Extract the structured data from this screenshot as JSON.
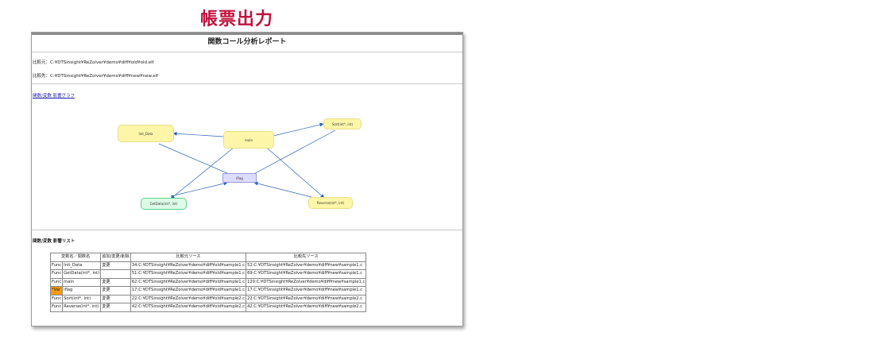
{
  "heading": "帳票出力",
  "report": {
    "title": "関数コール分析レポート",
    "source_label": "比較元：",
    "source_path": "C:¥DTSinsight¥ReZolver¥demo¥diff¥old¥old.elf",
    "target_label": "比較先：",
    "target_path": "C:¥DTSinsight¥ReZolver¥demo¥diff¥new¥new.elf",
    "graph_link": "関数/変数 影響グラフ",
    "graph_nodes": {
      "init_data": "Init_Data",
      "main": "main",
      "sort": "Sort(int*, int)",
      "flag": "iflag",
      "getdata": "GetData(int*, int)",
      "reverse": "Reverse(int*, int)"
    },
    "list_title": "関数/変数 影響リスト",
    "table": {
      "headers": [
        "変数名／関数名",
        "追加/変更/削除",
        "比較元ソース",
        "比較先ソース"
      ],
      "rows": [
        {
          "kind": "Func",
          "name": "Init_Data",
          "change": "変更",
          "src": "34:C:¥DTSinsight¥ReZolver¥demo¥diff¥old¥sample1.c",
          "dst": "52:C:¥DTSinsight¥ReZolver¥demo¥diff¥new¥sample1.c"
        },
        {
          "kind": "Func",
          "name": "GetData(int*, int)",
          "change": "",
          "src": "51:C:¥DTSinsight¥ReZolver¥demo¥diff¥old¥sample1.c",
          "dst": "69:C:¥DTSinsight¥ReZolver¥demo¥diff¥new¥sample1.c"
        },
        {
          "kind": "Func",
          "name": "main",
          "change": "変更",
          "src": "62:C:¥DTSinsight¥ReZolver¥demo¥diff¥old¥sample1.c",
          "dst": "120:C:¥DTSinsight¥ReZolver¥demo¥diff¥new¥sample1.c"
        },
        {
          "kind": "*Var",
          "name": "iflag",
          "change": "変更",
          "src": "17:C:¥DTSinsight¥ReZolver¥demo¥diff¥old¥sample1.c",
          "dst": "17:C:¥DTSinsight¥ReZolver¥demo¥diff¥new¥sample1.c"
        },
        {
          "kind": "Func",
          "name": "Sort(int*, int)",
          "change": "変更",
          "src": "22:C:¥DTSinsight¥ReZolver¥demo¥diff¥old¥sample2.c",
          "dst": "22:C:¥DTSinsight¥ReZolver¥demo¥diff¥new¥sample2.c"
        },
        {
          "kind": "Func",
          "name": "Reverse(int*, int)",
          "change": "変更",
          "src": "42:C:¥DTSinsight¥ReZolver¥demo¥diff¥old¥sample2.c",
          "dst": "42:C:¥DTSinsight¥ReZolver¥demo¥diff¥new¥sample2.c"
        }
      ]
    }
  },
  "colors": {
    "heading": "#c0133e",
    "node_default": "#fdf6a8",
    "node_variable": "#dcdcff",
    "node_added": "#dcfce6",
    "edge": "#2a62b8",
    "var_highlight": "#f59a10"
  }
}
